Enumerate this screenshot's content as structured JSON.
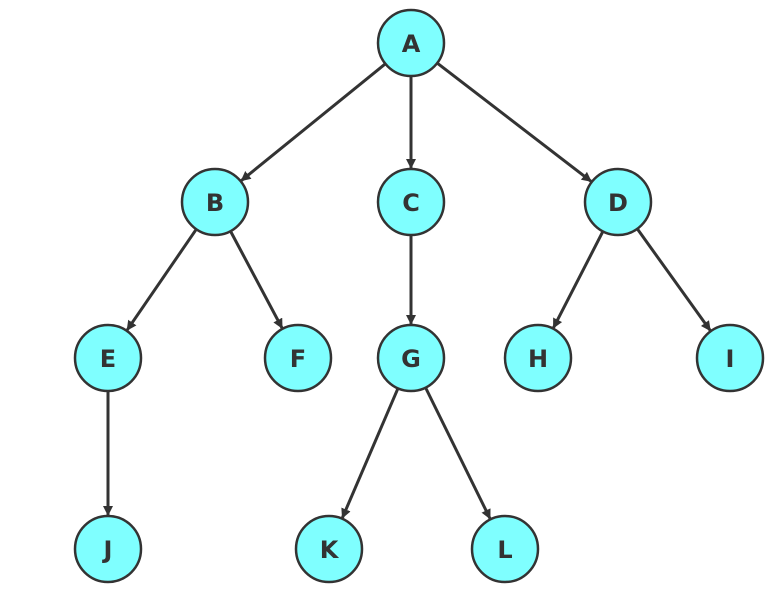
{
  "diagram": {
    "type": "tree",
    "colors": {
      "node_fill": "#7fffff",
      "stroke": "#333333",
      "text": "#333333"
    },
    "nodes": [
      {
        "id": "A",
        "label": "A"
      },
      {
        "id": "B",
        "label": "B"
      },
      {
        "id": "C",
        "label": "C"
      },
      {
        "id": "D",
        "label": "D"
      },
      {
        "id": "E",
        "label": "E"
      },
      {
        "id": "F",
        "label": "F"
      },
      {
        "id": "G",
        "label": "G"
      },
      {
        "id": "H",
        "label": "H"
      },
      {
        "id": "I",
        "label": "I"
      },
      {
        "id": "J",
        "label": "J"
      },
      {
        "id": "K",
        "label": "K"
      },
      {
        "id": "L",
        "label": "L"
      }
    ],
    "edges": [
      {
        "from": "A",
        "to": "B"
      },
      {
        "from": "A",
        "to": "C"
      },
      {
        "from": "A",
        "to": "D"
      },
      {
        "from": "B",
        "to": "E"
      },
      {
        "from": "B",
        "to": "F"
      },
      {
        "from": "C",
        "to": "G"
      },
      {
        "from": "D",
        "to": "H"
      },
      {
        "from": "D",
        "to": "I"
      },
      {
        "from": "E",
        "to": "J"
      },
      {
        "from": "G",
        "to": "K"
      },
      {
        "from": "G",
        "to": "L"
      }
    ]
  }
}
